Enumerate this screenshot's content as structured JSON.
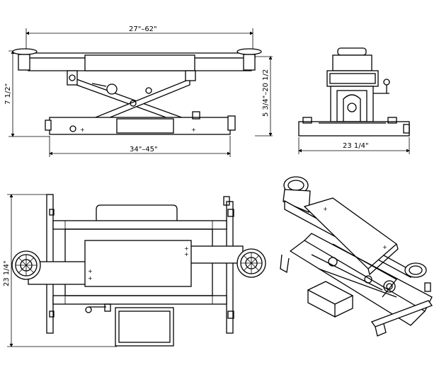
{
  "dimensions": {
    "front_width": "27\"–62\"",
    "front_height": "7 1/2\"",
    "front_base": "34\"–45\"",
    "side_height": "5 3/4\"–20 1/2",
    "side_width": "23 1/4\"",
    "top_depth": "23 1/4\""
  }
}
